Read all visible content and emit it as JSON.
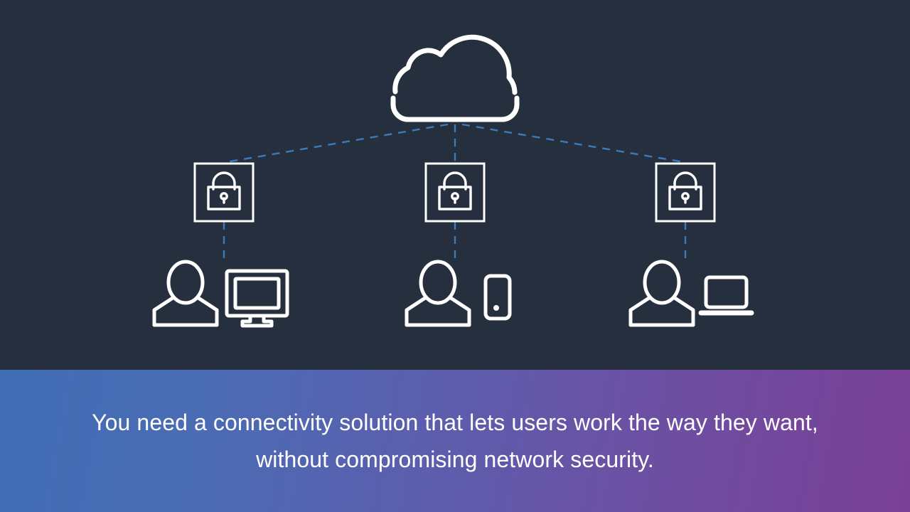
{
  "slide": {
    "background_color": "#262f3e",
    "diagram": {
      "title_alt": "cloud connectivity diagram",
      "cloud": {
        "label": "cloud-icon",
        "color": "#ffffff"
      },
      "connection_color": "#3d7ab8",
      "security_nodes": [
        {
          "label": "lock-icon",
          "position": "left"
        },
        {
          "label": "lock-icon",
          "position": "center"
        },
        {
          "label": "lock-icon",
          "position": "right"
        }
      ],
      "endpoints": [
        {
          "user": "user-icon",
          "device": "desktop-monitor-icon"
        },
        {
          "user": "user-icon",
          "device": "mobile-phone-icon"
        },
        {
          "user": "user-icon",
          "device": "laptop-icon"
        }
      ]
    },
    "caption": {
      "line1": "You need a connectivity solution that lets users work the way they want,",
      "line2": "without compromising network security.",
      "text_color": "#ffffff",
      "gradient_start": "#3f6db4",
      "gradient_end": "#7a4096"
    }
  }
}
